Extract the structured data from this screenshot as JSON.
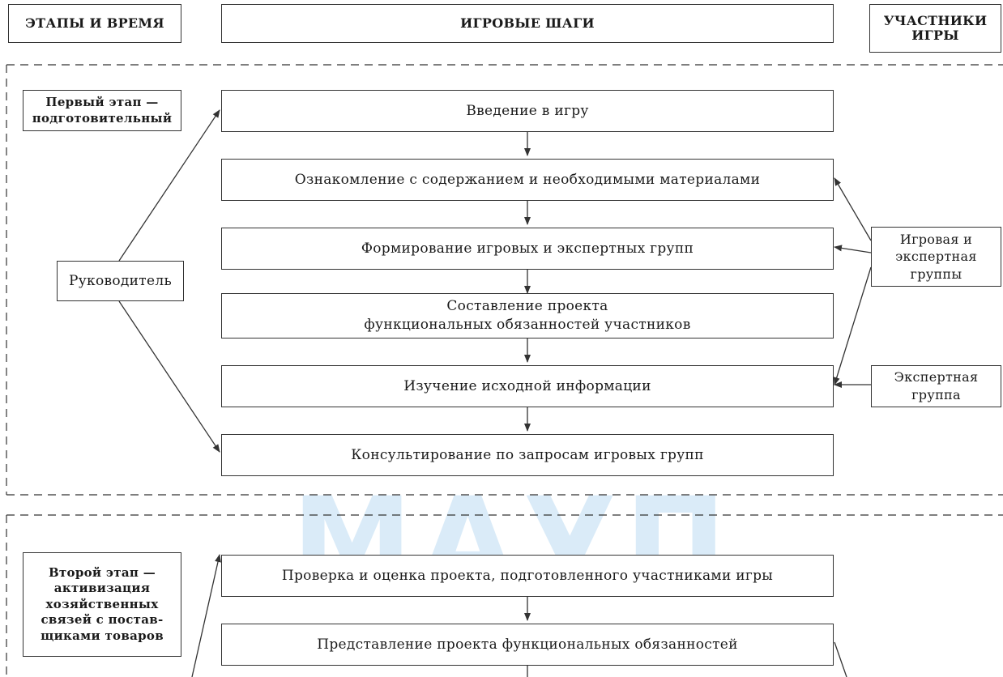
{
  "headers": {
    "stages": "ЭТАПЫ И ВРЕМЯ",
    "steps": "ИГРОВЫЕ ШАГИ",
    "participants": "УЧАСТНИКИ\nИГРЫ"
  },
  "stage1": {
    "label": "Первый этап —\nподготовительный",
    "leader": "Руководитель",
    "steps": [
      "Введение в игру",
      "Ознакомление с содержанием и необходимыми материалами",
      "Формирование игровых и экспертных групп",
      "Составление проекта\nфункциональных обязанностей участников",
      "Изучение исходной информации",
      "Консультирование по запросам игровых групп"
    ],
    "participants": [
      "Игровая и\nэкспертная\nгруппы",
      "Экспертная\nгруппа"
    ]
  },
  "stage2": {
    "label": "Второй этап —\nактивизация\nхозяйственных\nсвязей с постав-\nщиками товаров",
    "steps": [
      "Проверка и оценка проекта, подготовленного участниками игры",
      "Представление проекта функциональных обязанностей"
    ]
  },
  "watermark": "МАУП",
  "colors": {
    "line": "#333333",
    "watermark": "#5aa8e0"
  }
}
